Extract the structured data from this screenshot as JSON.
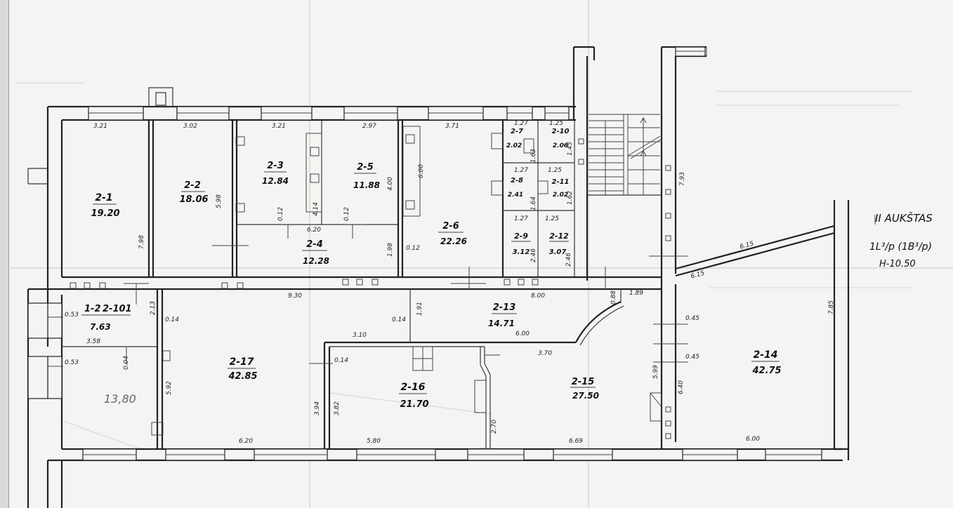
{
  "title": {
    "line1": "II AUKŠTAS",
    "line2": "1L³/p (1B³/p)",
    "line3": "H-10.50"
  },
  "rooms": [
    {
      "id": "2-1",
      "area": "19.20"
    },
    {
      "id": "2-2",
      "area": "18.06"
    },
    {
      "id": "2-3",
      "area": "12.84"
    },
    {
      "id": "2-5",
      "area": "11.88"
    },
    {
      "id": "2-4",
      "area": "12.28"
    },
    {
      "id": "2-6",
      "area": "22.26"
    },
    {
      "id": "2-7",
      "area": "2.02"
    },
    {
      "id": "2-10",
      "area": "2.06"
    },
    {
      "id": "2-8",
      "area": "2.41"
    },
    {
      "id": "2-11",
      "area": "2.02"
    },
    {
      "id": "2-9",
      "area": "3.12"
    },
    {
      "id": "2-12",
      "area": "3.07"
    },
    {
      "id": "2-13",
      "area": "14.71"
    },
    {
      "id": "2-14",
      "area": "42.75"
    },
    {
      "id": "2-15",
      "area": "27.50"
    },
    {
      "id": "2-16",
      "area": "21.70"
    },
    {
      "id": "2-17",
      "area": "42.85"
    },
    {
      "id": "2-101",
      "prefix": "1-2",
      "area": "7.63"
    }
  ],
  "pencil_note": "13,80",
  "dimensions": [
    "3.21",
    "3.02",
    "3.21",
    "2.97",
    "3.71",
    "1.27",
    "1.25",
    "7.93",
    "5.98",
    "7.98",
    "6.20",
    "4.00",
    "6.00",
    "1.98",
    "0.12",
    "0.12",
    "0.12",
    "4.14",
    "1.27",
    "1.25",
    "1.63",
    "1.45",
    "1.27",
    "1.25",
    "1.64",
    "1.62",
    "2.46",
    "2.46",
    "9.30",
    "8.00",
    "0.53",
    "2.13",
    "0.14",
    "3.58",
    "0.04",
    "0.53",
    "5.92",
    "0.14",
    "1.91",
    "3.10",
    "0.14",
    "3.94",
    "3.82",
    "6.00",
    "3.70",
    "2.70",
    "0.88",
    "1.89",
    "6.15",
    "6.15",
    "0.45",
    "0.45",
    "7.85",
    "5.99",
    "6.40",
    "6.20",
    "5.80",
    "6.69",
    "6.00"
  ]
}
